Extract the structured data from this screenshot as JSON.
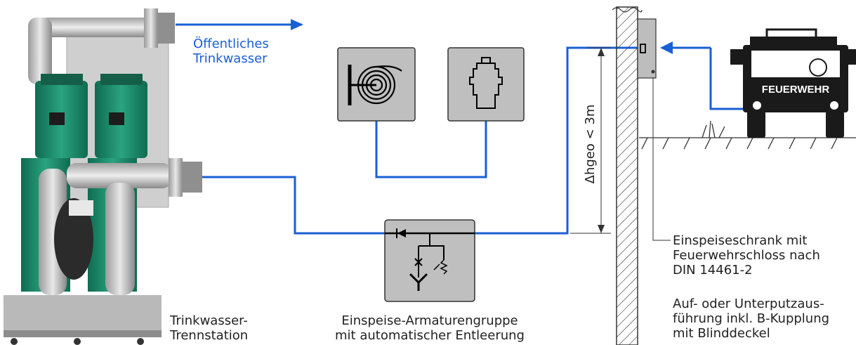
{
  "labels": {
    "public_water": [
      "Öffentliches",
      "Trinkwasser"
    ],
    "station": [
      "Trinkwasser-",
      "Trennstation"
    ],
    "valve_group": [
      "Einspeise-Armaturengruppe",
      "mit automatischer Entleerung"
    ],
    "cabinet": [
      "Einspeiseschrank mit",
      "Feuerwehrschloss nach",
      "DIN 14461-2"
    ],
    "mounting": [
      "Auf- oder Unterputzaus-",
      "führung inkl. B-Kupplung",
      "mit Blinddeckel"
    ],
    "height_delta": "Δhgeo < 3m",
    "truck_text": "FEUERWEHR"
  },
  "colors": {
    "pipe": "#1a5fd6",
    "label_blue": "#1a5fd6",
    "box_fill": "#bfbfbf",
    "pump_green": "#1d8a6a",
    "truck": "#1a1a1a"
  },
  "icons": [
    "hose-reel-icon",
    "hydrant-icon",
    "valve-group-icon",
    "fire-truck-icon",
    "wall-cabinet-icon"
  ]
}
